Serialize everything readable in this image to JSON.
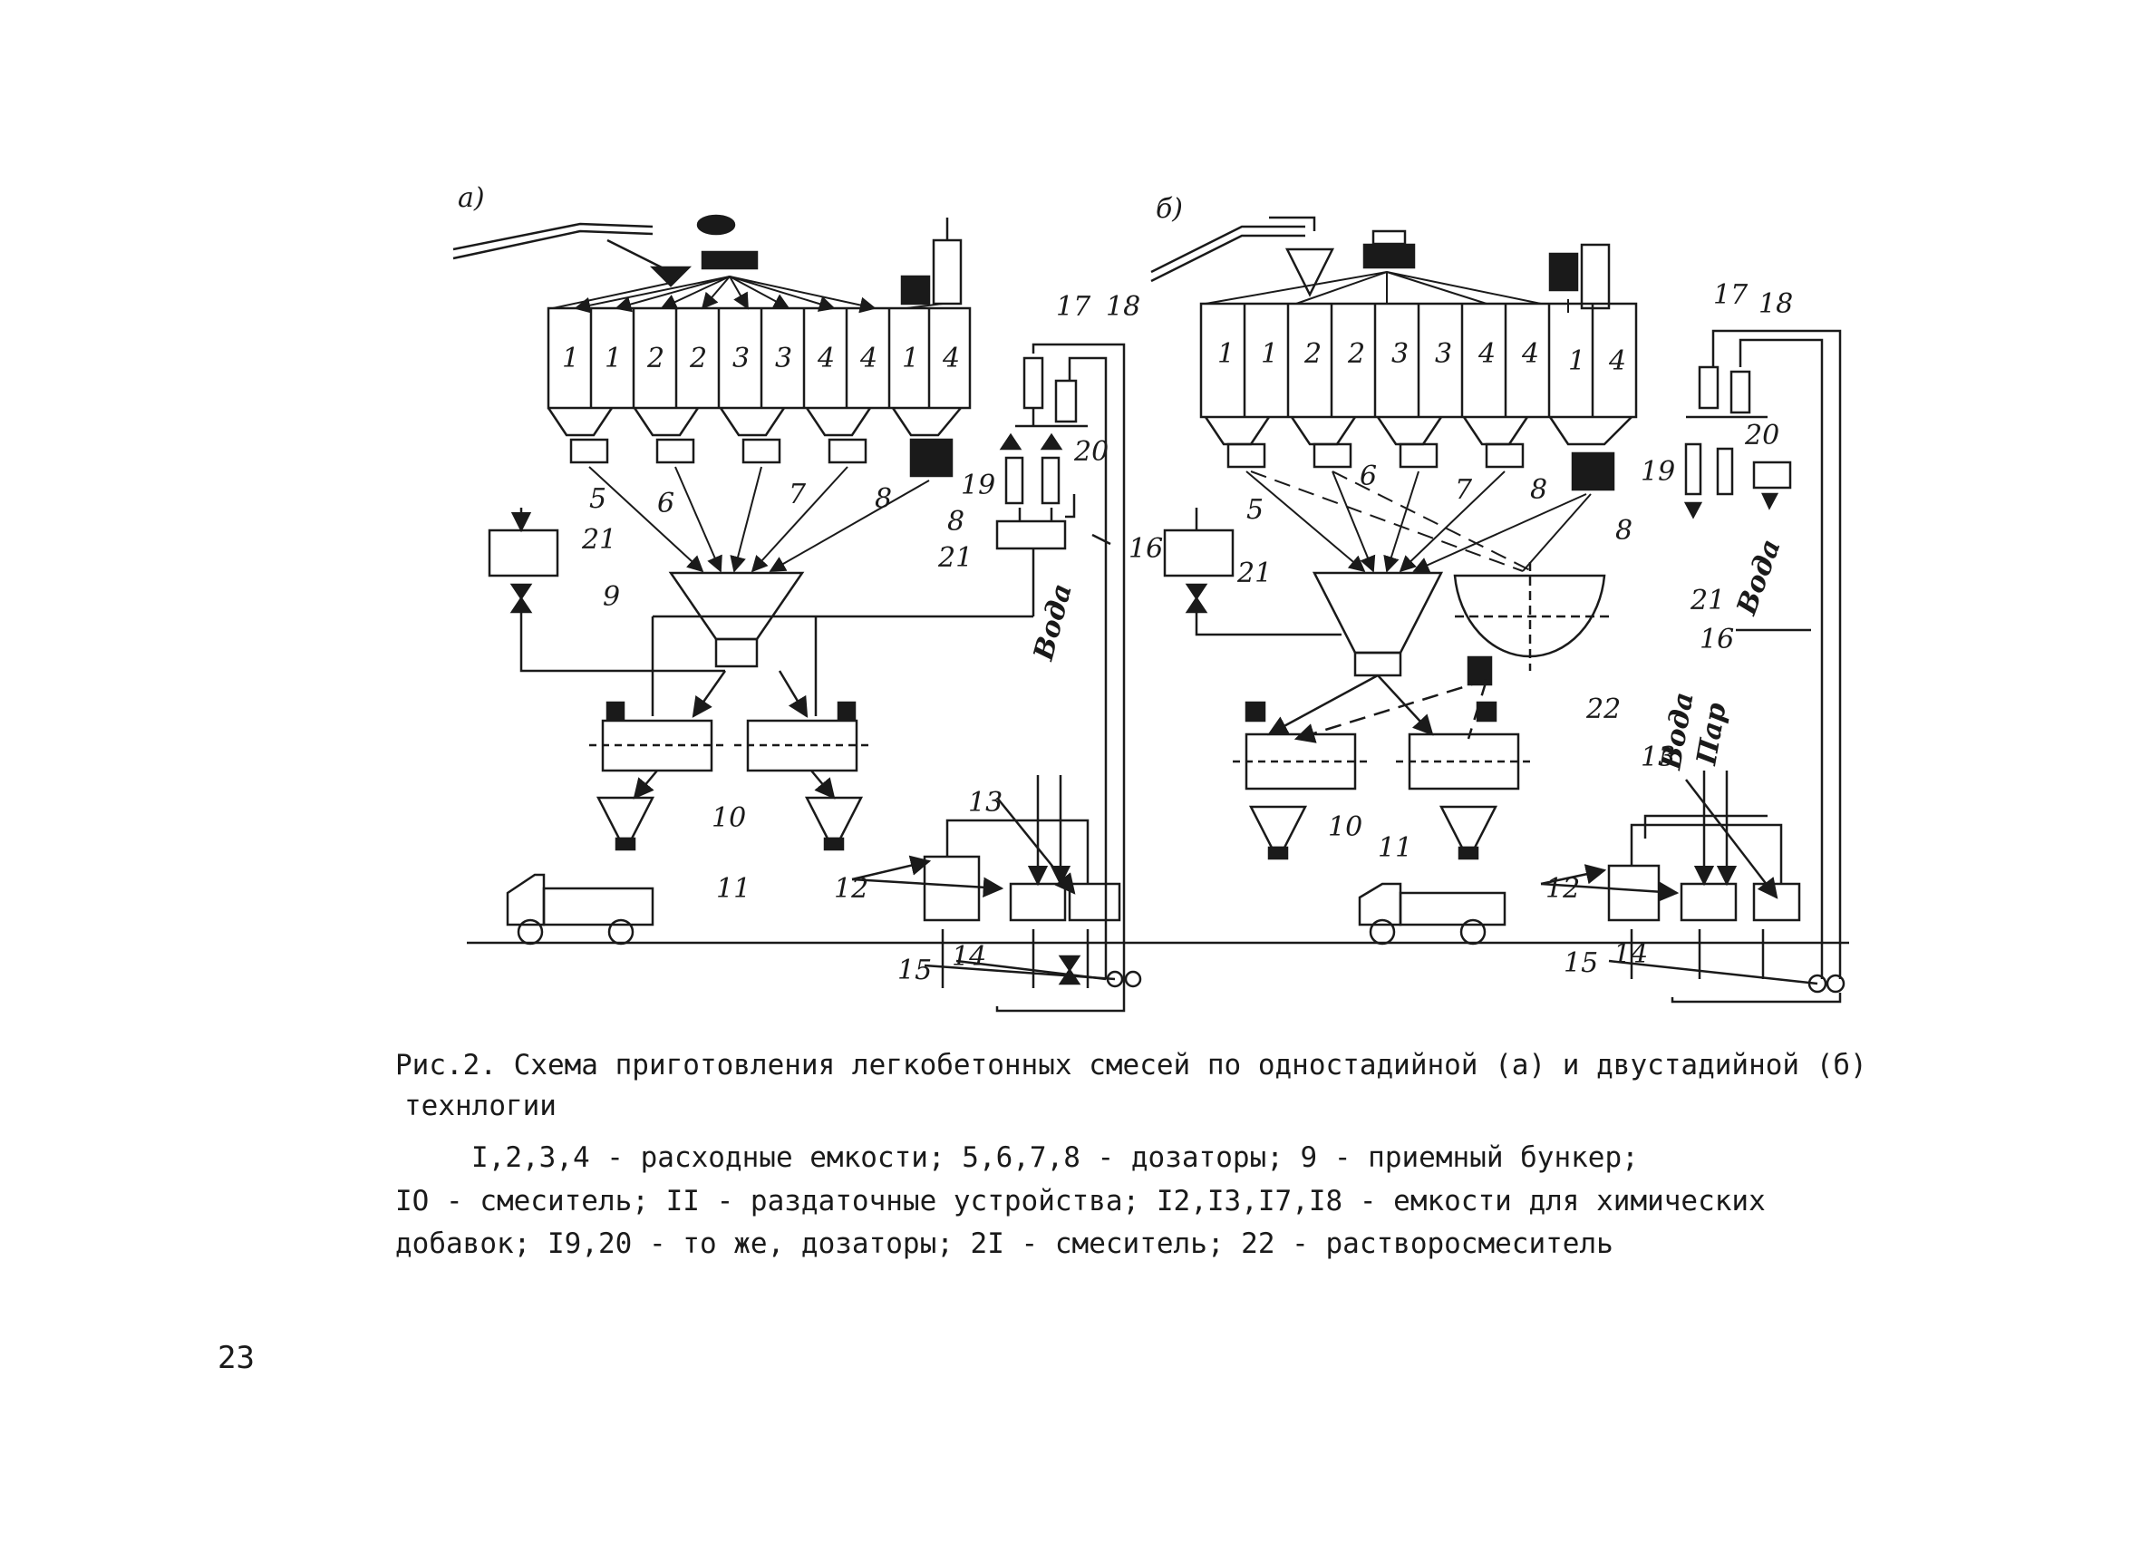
{
  "figure": {
    "panel_a_letter": "а)",
    "panel_b_letter": "б)",
    "panel_a": {
      "bins": [
        "1",
        "1",
        "2",
        "2",
        "3",
        "3",
        "4",
        "4",
        "1",
        "4"
      ],
      "labels": {
        "d5": "5",
        "d6": "6",
        "d7": "7",
        "d8a": "8",
        "d8b": "8",
        "l9": "9",
        "l10": "10",
        "l11": "11",
        "l12": "12",
        "l13": "13",
        "l14": "14",
        "l15": "15",
        "l16": "16",
        "l17": "17",
        "l18": "18",
        "l19": "19",
        "l20": "20",
        "l21a": "21",
        "l21b": "21"
      },
      "water": "Вода"
    },
    "panel_b": {
      "bins": [
        "1",
        "1",
        "2",
        "2",
        "3",
        "3",
        "4",
        "4",
        "1",
        "4"
      ],
      "labels": {
        "d5": "5",
        "d6": "6",
        "d7": "7",
        "d8a": "8",
        "d8b": "8",
        "l10": "10",
        "l11": "11",
        "l12": "12",
        "l13": "13",
        "l14": "14",
        "l15": "15",
        "l16": "16",
        "l17": "17",
        "l18": "18",
        "l19": "19",
        "l20": "20",
        "l21a": "21",
        "l21b": "21",
        "l22": "22"
      },
      "water": "Вода",
      "water2": "Вода",
      "steam": "Пар"
    }
  },
  "caption": {
    "line1": "Рис.2. Схема приготовления легкобетонных смесей по одностадийной (а) и двустадийной (б)",
    "line2": "технлогии",
    "line3": "I,2,3,4 - расходные емкости; 5,6,7,8 - дозаторы; 9 - приемный бункер;",
    "line4": "IO - смеситель; II - раздаточные устройства; I2,I3,I7,I8 - емкости для химических",
    "line5": "добавок; I9,20 - то же, дозаторы; 2I - смеситель; 22 - растворосмеситель"
  },
  "page_number": "23"
}
